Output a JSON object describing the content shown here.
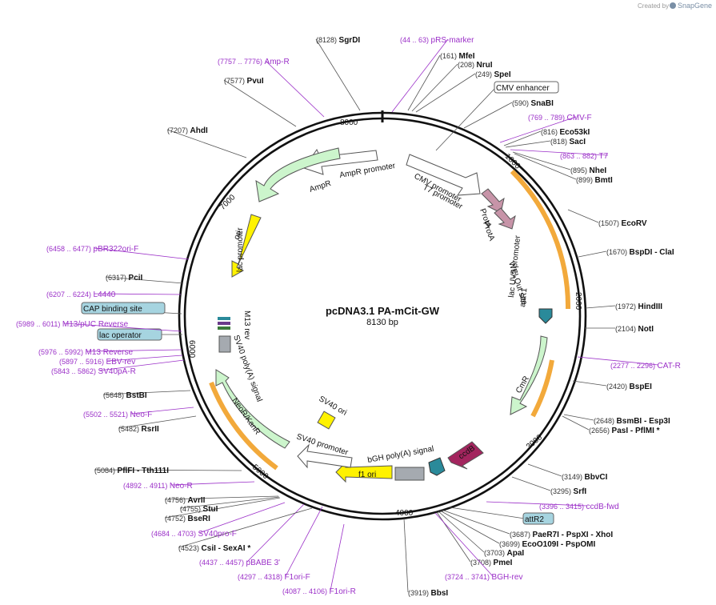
{
  "header": {
    "credit": "Created by",
    "brand": "SnapGene"
  },
  "plasmid": {
    "name": "pcDNA3.1 PA-mCit-GW",
    "size": "8130 bp"
  },
  "ticks": {
    "t1000": "1000",
    "t2000": "2000",
    "t3000": "3000",
    "t4000": "4000",
    "t5000": "5000",
    "t6000": "6000",
    "t7000": "7000",
    "t8000": "8000"
  },
  "features": {
    "cmv_promoter": "CMV promoter",
    "t7_promoter": "T7 promoter",
    "ampr_promoter": "AmpR promoter",
    "ampr": "AmpR",
    "ori": "ori",
    "lac_promoter": "lac promoter",
    "m13_rev": "M13 rev",
    "sv40_polya": "SV40 poly(A) signal",
    "neor": "NeoR/KanR",
    "sv40_ori": "SV40 ori",
    "sv40_promoter": "SV40 promoter",
    "f1_ori": "f1 ori",
    "bgh_polya": "bGH poly(A) signal",
    "ccdb": "ccdB",
    "cmr": "CmR",
    "lacuv5": "lac UV5 promoter",
    "attr1": "attR1",
    "welqut": "WELQut site",
    "prota1": "ProtA",
    "prota2": "ProtA"
  },
  "outside": [
    {
      "id": "sgrdi",
      "pos": "(8128)",
      "name": "SgrDI",
      "kind": "enzyme"
    },
    {
      "id": "prs",
      "pos": "(44 .. 63)",
      "name": "pRS-marker",
      "kind": "primer"
    },
    {
      "id": "ampr_primer",
      "pos": "(7757 .. 7776)",
      "name": "Amp-R",
      "kind": "primer"
    },
    {
      "id": "pvui",
      "pos": "(7577)",
      "name": "PvuI",
      "kind": "enzyme"
    },
    {
      "id": "ahdi",
      "pos": "(7207)",
      "name": "AhdI",
      "kind": "enzyme"
    },
    {
      "id": "mfei",
      "pos": "(161)",
      "name": "MfeI",
      "kind": "enzyme"
    },
    {
      "id": "nrui",
      "pos": "(208)",
      "name": "NruI",
      "kind": "enzyme"
    },
    {
      "id": "spei",
      "pos": "(249)",
      "name": "SpeI",
      "kind": "enzyme"
    },
    {
      "id": "cmv_enh",
      "pos": "",
      "name": "CMV enhancer",
      "kind": "boxed"
    },
    {
      "id": "snabi",
      "pos": "(590)",
      "name": "SnaBI",
      "kind": "enzyme"
    },
    {
      "id": "cmvf",
      "pos": "(769 .. 789)",
      "name": "CMV-F",
      "kind": "primer"
    },
    {
      "id": "eco53ki",
      "pos": "(816)",
      "name": "Eco53kI",
      "kind": "enzyme"
    },
    {
      "id": "saci",
      "pos": "(818)",
      "name": "SacI",
      "kind": "enzyme"
    },
    {
      "id": "t7",
      "pos": "(863 .. 882)",
      "name": "T7",
      "kind": "primer"
    },
    {
      "id": "nhei",
      "pos": "(895)",
      "name": "NheI",
      "kind": "enzyme"
    },
    {
      "id": "bmti",
      "pos": "(899)",
      "name": "BmtI",
      "kind": "enzyme"
    },
    {
      "id": "ecorv",
      "pos": "(1507)",
      "name": "EcoRV",
      "kind": "enzyme"
    },
    {
      "id": "bspdi",
      "pos": "(1670)",
      "name": "BspDI  - ClaI",
      "kind": "enzyme"
    },
    {
      "id": "hindiii",
      "pos": "(1972)",
      "name": "HindIII",
      "kind": "enzyme"
    },
    {
      "id": "noti",
      "pos": "(2104)",
      "name": "NotI",
      "kind": "enzyme"
    },
    {
      "id": "catr",
      "pos": "(2277 .. 2296)",
      "name": "CAT-R",
      "kind": "primer"
    },
    {
      "id": "bspei",
      "pos": "(2420)",
      "name": "BspEI",
      "kind": "enzyme"
    },
    {
      "id": "bsmbi",
      "pos": "(2648)",
      "name": "BsmBI  - Esp3I",
      "kind": "enzyme"
    },
    {
      "id": "pasi",
      "pos": "(2656)",
      "name": "PasI  - PflMI *",
      "kind": "enzyme"
    },
    {
      "id": "bbvci",
      "pos": "(3149)",
      "name": "BbvCI",
      "kind": "enzyme"
    },
    {
      "id": "srfi",
      "pos": "(3295)",
      "name": "SrfI",
      "kind": "enzyme"
    },
    {
      "id": "ccdbf",
      "pos": "(3396 .. 3415)",
      "name": "ccdB-fwd",
      "kind": "primer"
    },
    {
      "id": "attr2",
      "pos": "",
      "name": "attR2",
      "kind": "boxed"
    },
    {
      "id": "paer7i",
      "pos": "(3687)",
      "name": "PaeR7I  - PspXI  - XhoI",
      "kind": "enzyme"
    },
    {
      "id": "eco0109i",
      "pos": "(3699)",
      "name": "EcoO109I  - PspOMI",
      "kind": "enzyme"
    },
    {
      "id": "apai",
      "pos": "(3703)",
      "name": "ApaI",
      "kind": "enzyme"
    },
    {
      "id": "pmei",
      "pos": "(3708)",
      "name": "PmeI",
      "kind": "enzyme"
    },
    {
      "id": "bghrev",
      "pos": "(3724 .. 3741)",
      "name": "BGH-rev",
      "kind": "primer"
    },
    {
      "id": "bbsi",
      "pos": "(3919)",
      "name": "BbsI",
      "kind": "enzyme"
    },
    {
      "id": "f1orir",
      "pos": "(4087 .. 4106)",
      "name": "F1ori-R",
      "kind": "primer"
    },
    {
      "id": "f1orif",
      "pos": "(4297 .. 4318)",
      "name": "F1ori-F",
      "kind": "primer"
    },
    {
      "id": "pbabe3",
      "pos": "(4437 .. 4457)",
      "name": "pBABE 3'",
      "kind": "primer"
    },
    {
      "id": "csii",
      "pos": "(4523)",
      "name": "CsiI  - SexAI *",
      "kind": "enzyme"
    },
    {
      "id": "sv40prof",
      "pos": "(4684 .. 4703)",
      "name": "SV40pro-F",
      "kind": "primer"
    },
    {
      "id": "bseri",
      "pos": "(4752)",
      "name": "BseRI",
      "kind": "enzyme"
    },
    {
      "id": "stui",
      "pos": "(4755)",
      "name": "StuI",
      "kind": "enzyme"
    },
    {
      "id": "avrii",
      "pos": "(4756)",
      "name": "AvrII",
      "kind": "enzyme"
    },
    {
      "id": "neor_primer",
      "pos": "(4892 .. 4911)",
      "name": "Neo-R",
      "kind": "primer"
    },
    {
      "id": "pflfi",
      "pos": "(5084)",
      "name": "PflFI  - Tth111I",
      "kind": "enzyme"
    },
    {
      "id": "rsrii",
      "pos": "(5482)",
      "name": "RsrII",
      "kind": "enzyme"
    },
    {
      "id": "neof",
      "pos": "(5502 .. 5521)",
      "name": "Neo-F",
      "kind": "primer"
    },
    {
      "id": "bstbi",
      "pos": "(5648)",
      "name": "BstBI",
      "kind": "enzyme"
    },
    {
      "id": "sv40par",
      "pos": "(5843 .. 5862)",
      "name": "SV40pA-R",
      "kind": "primer"
    },
    {
      "id": "ebvrev",
      "pos": "(5897 .. 5916)",
      "name": "EBV-rev",
      "kind": "primer"
    },
    {
      "id": "m13rev",
      "pos": "(5976 .. 5992)",
      "name": "M13 Reverse",
      "kind": "primer"
    },
    {
      "id": "lacop",
      "pos": "",
      "name": "lac operator",
      "kind": "boxed"
    },
    {
      "id": "m13puc",
      "pos": "(5989 .. 6011)",
      "name": "M13/pUC Reverse",
      "kind": "primer"
    },
    {
      "id": "cap",
      "pos": "",
      "name": "CAP binding site",
      "kind": "boxed"
    },
    {
      "id": "l4440",
      "pos": "(6207 .. 6224)",
      "name": "L4440",
      "kind": "primer"
    },
    {
      "id": "pcii",
      "pos": "(6317)",
      "name": "PciI",
      "kind": "enzyme"
    },
    {
      "id": "pbr322",
      "pos": "(6458 .. 6477)",
      "name": "pBR322ori-F",
      "kind": "primer"
    }
  ],
  "colors": {
    "primer": "#9b30c8",
    "enzyme": "#111111",
    "leader": "#555555",
    "green_feature": "#ccf5cc",
    "orange_feature": "#f2a93b",
    "ori_yellow": "#fff200",
    "ccdb": "#a3255e",
    "prota": "#c794a8",
    "attr": "#5aa0b8",
    "lacop_box": "#a6d4e0"
  }
}
